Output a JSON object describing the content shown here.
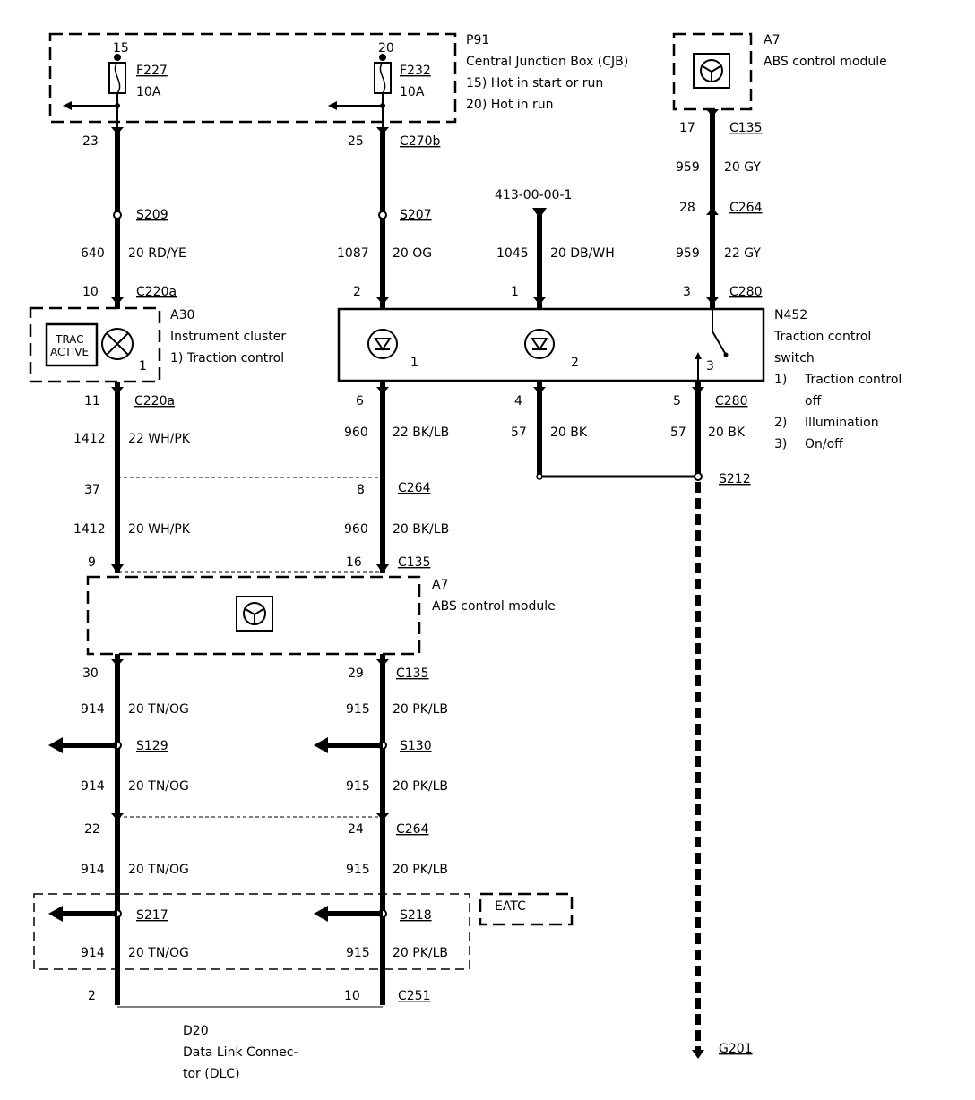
{
  "cjb": {
    "id": "P91",
    "name": "Central Junction Box (CJB)",
    "note1": "15)  Hot in start or run",
    "note2": "20)  Hot in run",
    "pin15": "15",
    "pin20": "20",
    "fuse1_name": "F227",
    "fuse1_rating": "10A",
    "fuse2_name": "F232",
    "fuse2_rating": "10A"
  },
  "abs_top": {
    "id": "A7",
    "name": "ABS control module"
  },
  "abs_mid": {
    "id": "A7",
    "name": "ABS control module"
  },
  "cluster": {
    "id": "A30",
    "name": "Instrument cluster",
    "note": "1)     Traction control",
    "indicator_line1": "TRAC",
    "indicator_line2": "ACTIVE",
    "pin": "1"
  },
  "switch": {
    "id": "N452",
    "name_line1": "Traction control",
    "name_line2": "switch",
    "note1_a": "1)",
    "note1_b": "Traction control",
    "note1_c": "off",
    "note2_a": "2)",
    "note2_b": "Illumination",
    "note3_a": "3)",
    "note3_b": "On/off",
    "pin1": "1",
    "pin2": "2",
    "pin3": "3"
  },
  "ref_page": "413-00-00-1",
  "eatc": "EATC",
  "dlc": {
    "id": "D20",
    "name_line1": "Data Link Connec-",
    "name_line2": "tor (DLC)"
  },
  "labels": {
    "w1_pin23": "23",
    "w2_pin25": "25",
    "c270b": "C270b",
    "w4_pin17": "17",
    "c135_top": "C135",
    "w4_circuit1": "959",
    "w4_gauge1": "20 GY",
    "w4_pin28": "28",
    "c264_top": "C264",
    "w4_circuit2": "959",
    "w4_gauge2": "22 GY",
    "s209": "S209",
    "s207": "S207",
    "w1_circuit": "640",
    "w1_gauge": "20 RD/YE",
    "w2_circuit": "1087",
    "w2_gauge": "20 OG",
    "w3_circuit": "1045",
    "w3_gauge": "20 DB/WH",
    "w1_pin10": "10",
    "c220a_top": "C220a",
    "w2_pin2": "2",
    "w3_pin1": "1",
    "w4_pin3": "3",
    "c280_top": "C280",
    "w1_pin11": "11",
    "c220a_bot": "C220a",
    "w2_pin6": "6",
    "w3_pin4": "4",
    "w4_pin5": "5",
    "c280_bot": "C280",
    "w1_circuit2": "1412",
    "w1_gauge2": "22 WH/PK",
    "w2_circuit2": "960",
    "w2_gauge2": "22 BK/LB",
    "w3_circuit2": "57",
    "w3_gauge2": "20 BK",
    "w4_circuit3": "57",
    "w4_gauge3": "20 BK",
    "s212": "S212",
    "w1_pin37": "37",
    "w2_pin8": "8",
    "c264_mid": "C264",
    "w1_circuit3": "1412",
    "w1_gauge3": "20 WH/PK",
    "w2_circuit3": "960",
    "w2_gauge3": "20 BK/LB",
    "w1_pin9": "9",
    "w2_pin16": "16",
    "c135_mid": "C135",
    "w1_pin30": "30",
    "w2_pin29": "29",
    "c135_low": "C135",
    "w1_circuit4": "914",
    "w1_gauge4": "20 TN/OG",
    "w2_circuit4": "915",
    "w2_gauge4": "20 PK/LB",
    "s129": "S129",
    "s130": "S130",
    "w1_circuit5": "914",
    "w1_gauge5": "20 TN/OG",
    "w2_circuit5": "915",
    "w2_gauge5": "20 PK/LB",
    "w1_pin22": "22",
    "w2_pin24": "24",
    "c264_low": "C264",
    "w1_circuit6": "914",
    "w1_gauge6": "20 TN/OG",
    "w2_circuit6": "915",
    "w2_gauge6": "20 PK/LB",
    "s217": "S217",
    "s218": "S218",
    "w1_circuit7": "914",
    "w1_gauge7": "20 TN/OG",
    "w2_circuit7": "915",
    "w2_gauge7": "20 PK/LB",
    "w1_pin2": "2",
    "w2_pin10": "10",
    "c251": "C251",
    "g201": "G201"
  }
}
